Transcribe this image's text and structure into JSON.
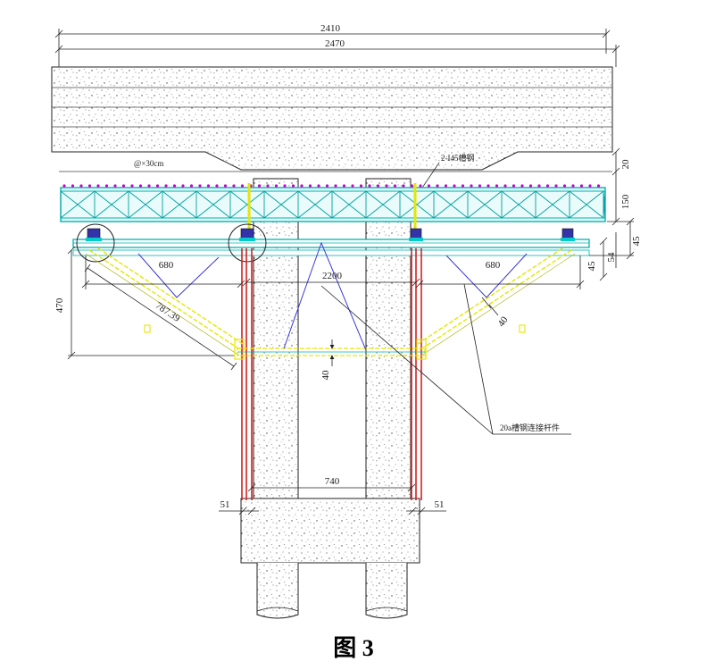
{
  "dimensions": {
    "top_inner": "2410",
    "top_outer": "2470",
    "bracket_span": "2200",
    "left_cantilever": "680",
    "right_cantilever": "680",
    "diagonal_length": "787.39",
    "vertical_height": "470",
    "right_d1": "20",
    "right_d2": "150",
    "right_d3": "45",
    "right_d4": "45",
    "right_d5": "54",
    "tie_40_center": "40",
    "tie_40_right": "40",
    "base_width": "740",
    "base_left": "51",
    "base_right": "51"
  },
  "annotations": {
    "spacing_note": "@×30cm",
    "steel_note": "2-I45槽钢",
    "tie_note": "20a槽钢连接杆件"
  },
  "caption": "图 3",
  "colors": {
    "truss": "#00b3b3",
    "truss_fill": "#d8f7f7",
    "pin_row": "#cc00cc",
    "highlight": "#e6e600",
    "column_red": "#d62020",
    "brace_blue": "#3a3ad6",
    "concrete_fill": "#ffffff",
    "line": "#222222"
  }
}
